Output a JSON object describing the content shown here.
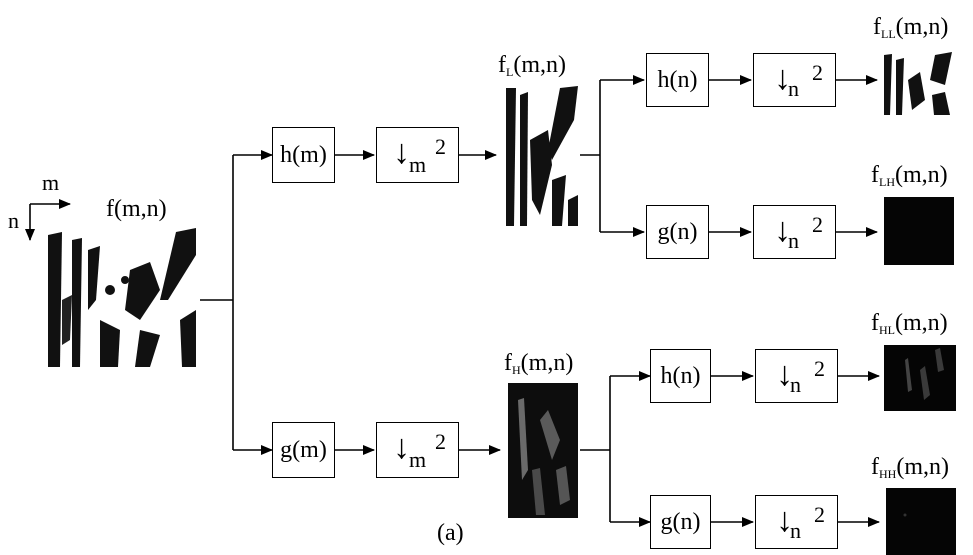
{
  "source": {
    "label": "f(m,n)",
    "axis_m": "m",
    "axis_n": "n"
  },
  "stage1": {
    "top_filter": "h(m)",
    "bottom_filter": "g(m)",
    "downsample_arrow": "↓",
    "downsample_sub": "m",
    "downsample_factor": "2"
  },
  "intermediate": {
    "low_label_main": "f",
    "low_label_sub": "L",
    "low_label_args": "(m,n)",
    "high_label_main": "f",
    "high_label_sub": "H",
    "high_label_args": "(m,n)"
  },
  "stage2": {
    "h_filter": "h(n)",
    "g_filter": "g(n)",
    "downsample_arrow": "↓",
    "downsample_sub": "n",
    "downsample_factor": "2"
  },
  "outputs": [
    {
      "main": "f",
      "sub": "LL",
      "args": "(m,n)"
    },
    {
      "main": "f",
      "sub": "LH",
      "args": "(m,n)"
    },
    {
      "main": "f",
      "sub": "HL",
      "args": "(m,n)"
    },
    {
      "main": "f",
      "sub": "HH",
      "args": "(m,n)"
    }
  ],
  "caption": "(a)"
}
